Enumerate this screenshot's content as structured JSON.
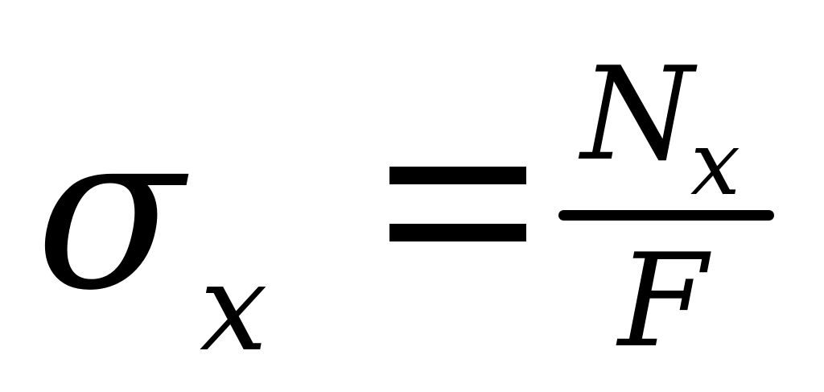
{
  "formula": {
    "lhs_symbol": "σ",
    "lhs_subscript": "x",
    "relation": "=",
    "numerator_symbol": "N",
    "numerator_subscript": "x",
    "denominator_symbol": "F"
  }
}
